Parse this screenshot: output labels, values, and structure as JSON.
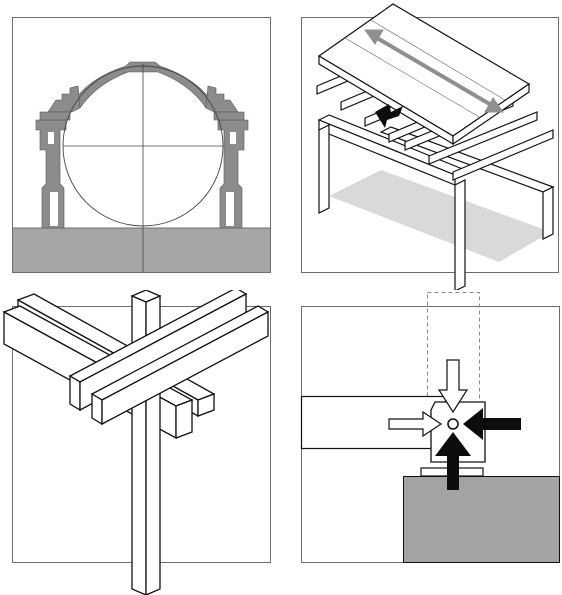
{
  "colors": {
    "frame": "#6e6e6e",
    "ink": "#111111",
    "ground": "#a6a6a6",
    "section": "#8c8c8c",
    "floor": "#d9d9d9",
    "arrow_grey": "#8f8f8f",
    "force_black": "#0d0d0d",
    "wall": "#a3a3a3",
    "dashed": "#8a8a8a",
    "paper": "#ffffff"
  },
  "panels": [
    {
      "id": "pantheon-section",
      "icon": "domed-rotunda-section-icon"
    },
    {
      "id": "floor-framing",
      "icon": "joists-and-deck-icon"
    },
    {
      "id": "crossed-members",
      "icon": "post-and-beam-joint-icon"
    },
    {
      "id": "joint-forces",
      "icon": "pin-joint-force-diagram-icon"
    }
  ]
}
